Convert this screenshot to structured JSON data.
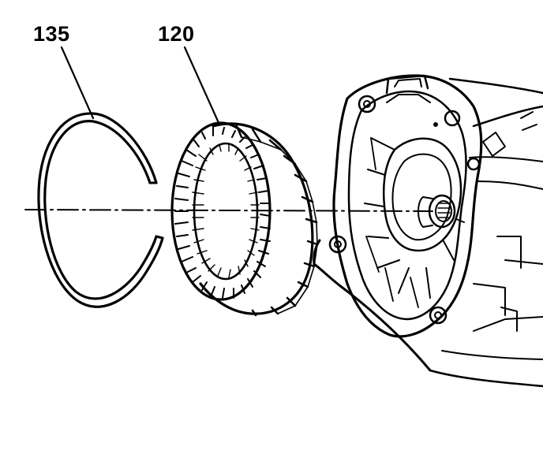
{
  "diagram": {
    "callouts": {
      "snap_ring": "135",
      "gear_ring": "120"
    },
    "components": [
      {
        "callout": "135",
        "icon": "snap-ring-icon"
      },
      {
        "callout": "120",
        "icon": "internal-gear-ring-icon"
      },
      {
        "callout": "",
        "icon": "transmission-case-icon"
      }
    ],
    "colors": {
      "line": "#000000",
      "background": "#ffffff"
    }
  }
}
